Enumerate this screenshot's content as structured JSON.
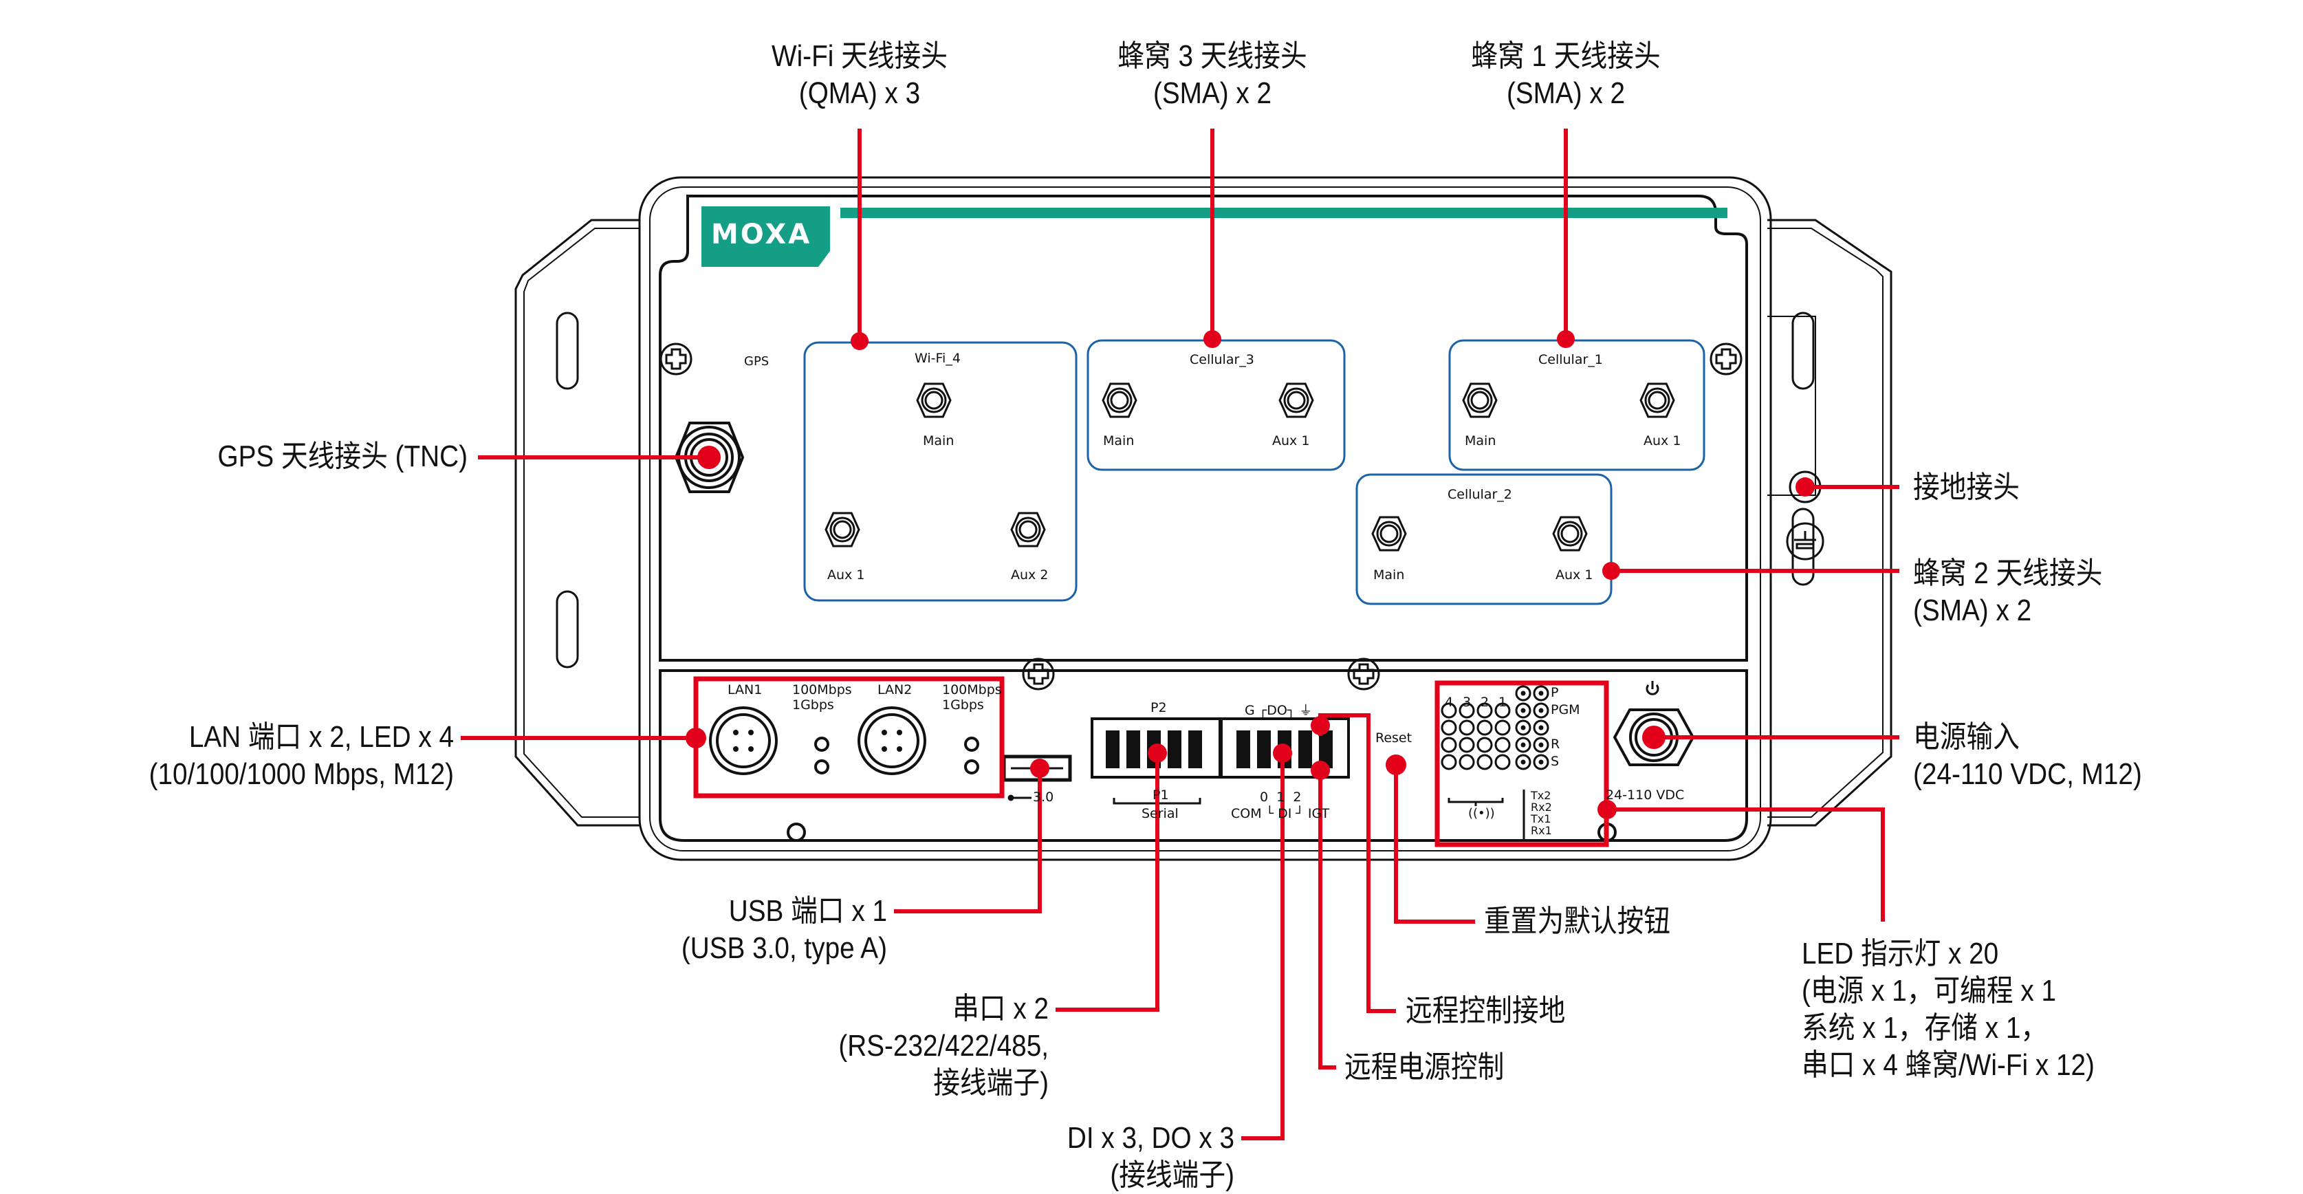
{
  "brand": {
    "logo_text": "MOXA",
    "accent_color": "#139E85",
    "callout_color": "#E2001A",
    "panel_border_color": "#1A63A8"
  },
  "device_labels": {
    "gps": "GPS",
    "wifi_panel": {
      "title": "Wi-Fi_4",
      "ports": [
        "Main",
        "Aux 1",
        "Aux 2"
      ]
    },
    "cellular_3": {
      "title": "Cellular_3",
      "ports": [
        "Main",
        "Aux 1"
      ]
    },
    "cellular_1": {
      "title": "Cellular_1",
      "ports": [
        "Main",
        "Aux 1"
      ]
    },
    "cellular_2": {
      "title": "Cellular_2",
      "ports": [
        "Main",
        "Aux 1"
      ]
    },
    "lan": {
      "lan1": "LAN1",
      "lan2": "LAN2",
      "speed_top": "100Mbps",
      "speed_bottom": "1Gbps"
    },
    "usb": "3.0",
    "serial": {
      "p2": "P2",
      "p1": "P1",
      "caption": "Serial"
    },
    "dio": {
      "top": "G ┌DO┐ ⏚",
      "numbers": "0  1  2",
      "bottom": "COM └ DI ┘ IGT"
    },
    "reset": "Reset",
    "led_panel": {
      "column_numbers": [
        "4",
        "3",
        "2",
        "1"
      ],
      "row_labels": [
        "P",
        "PGM",
        "R",
        "S"
      ],
      "serial_labels": [
        "Tx2",
        "Rx2",
        "Tx1",
        "Rx1"
      ],
      "wireless_icon": "antenna-signal-icon"
    },
    "power": {
      "icon": "power-icon",
      "rating": "24-110 VDC"
    }
  },
  "callouts": {
    "wifi": [
      "Wi-Fi 天线接头",
      "(QMA) x 3"
    ],
    "cellular3": [
      "蜂窝 3 天线接头",
      "(SMA) x 2"
    ],
    "cellular1": [
      "蜂窝 1 天线接头",
      "(SMA) x 2"
    ],
    "gps": [
      "GPS 天线接头 (TNC)"
    ],
    "ground": [
      "接地接头"
    ],
    "cellular2": [
      "蜂窝 2 天线接头",
      "(SMA) x 2"
    ],
    "lan": [
      "LAN 端口 x 2, LED x 4",
      "(10/100/1000 Mbps, M12)"
    ],
    "power": [
      "电源输入",
      "(24-110 VDC, M12)"
    ],
    "usb": [
      "USB 端口 x 1",
      "(USB 3.0, type A)"
    ],
    "reset": [
      "重置为默认按钮"
    ],
    "led": [
      "LED 指示灯 x 20",
      "(电源 x 1，可编程 x 1",
      "系统 x 1，存储 x 1，",
      "串口 x 4 蜂窝/Wi-Fi x 12)"
    ],
    "serial": [
      "串口 x 2",
      "(RS-232/422/485,",
      "接线端子)"
    ],
    "remote_ground": [
      "远程控制接地"
    ],
    "remote_power": [
      "远程电源控制"
    ],
    "dio": [
      "DI x 3, DO x 3",
      "(接线端子)"
    ]
  }
}
